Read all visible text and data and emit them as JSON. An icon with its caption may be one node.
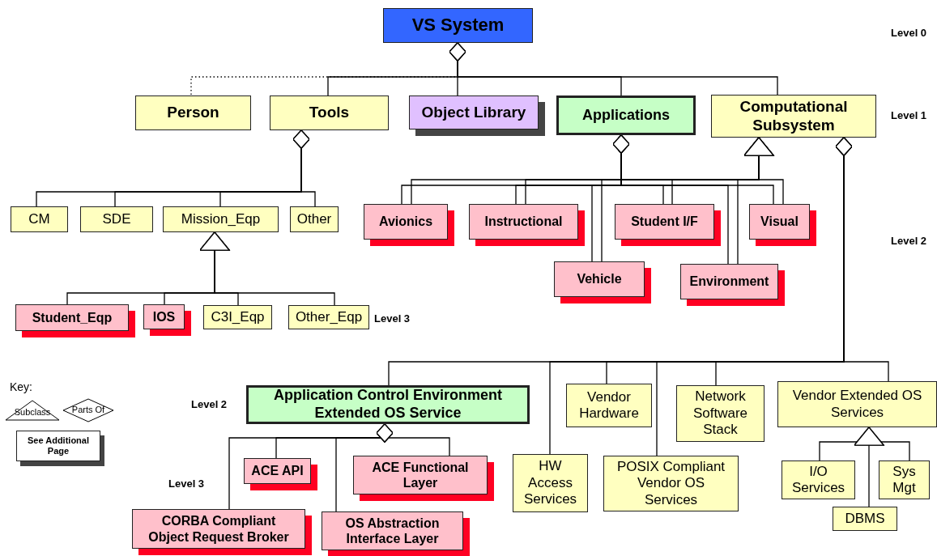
{
  "diagram": {
    "nodes": [
      {
        "text": [
          "VS System"
        ]
      },
      {
        "text": [
          "Person"
        ]
      },
      {
        "text": [
          "Tools"
        ]
      },
      {
        "text": [
          "Object Library"
        ]
      },
      {
        "text": [
          "Applications"
        ]
      },
      {
        "text": [
          "Computational Subsystem"
        ]
      },
      {
        "text": [
          "CM"
        ]
      },
      {
        "text": [
          "SDE"
        ]
      },
      {
        "text": [
          "Mission_Eqp"
        ]
      },
      {
        "text": [
          "Other"
        ]
      },
      {
        "text": [
          "Student_Eqp"
        ]
      },
      {
        "text": [
          "IOS"
        ]
      },
      {
        "text": [
          "C3I_Eqp"
        ]
      },
      {
        "text": [
          "Other_Eqp"
        ]
      },
      {
        "text": [
          "Avionics"
        ]
      },
      {
        "text": [
          "Instructional"
        ]
      },
      {
        "text": [
          "Vehicle"
        ]
      },
      {
        "text": [
          "Student I/F"
        ]
      },
      {
        "text": [
          "Environment"
        ]
      },
      {
        "text": [
          "Visual"
        ]
      },
      {
        "text": [
          "Application Control Environment Extended OS Service"
        ]
      },
      {
        "text": [
          "ACE API"
        ]
      },
      {
        "text": [
          "ACE Functional Layer"
        ]
      },
      {
        "text": [
          "CORBA Compliant Object Request Broker"
        ]
      },
      {
        "text": [
          "OS Abstraction Interface Layer"
        ]
      },
      {
        "text": [
          "HW Access Services"
        ]
      },
      {
        "text": [
          "Vendor Hardware"
        ]
      },
      {
        "text": [
          "POSIX Compliant Vendor OS Services"
        ]
      },
      {
        "text": [
          "Network Software Stack"
        ]
      },
      {
        "text": [
          "Vendor Extended OS Services"
        ]
      },
      {
        "text": [
          "I/O Services"
        ]
      },
      {
        "text": [
          "Sys Mgt"
        ]
      },
      {
        "text": [
          "DBMS"
        ]
      }
    ],
    "edges": [
      {
        "from": 0,
        "to": 1,
        "arrow": "other",
        "style": "dashed"
      },
      {
        "from": 0,
        "to": 2,
        "arrow": "other"
      },
      {
        "from": 0,
        "to": 3,
        "arrow": "other"
      },
      {
        "from": 0,
        "to": 4,
        "arrow": "other"
      },
      {
        "from": 0,
        "to": 5,
        "arrow": "other"
      },
      {
        "from": 2,
        "to": 6,
        "arrow": "other"
      },
      {
        "from": 2,
        "to": 7,
        "arrow": "other"
      },
      {
        "from": 2,
        "to": 8,
        "arrow": "other"
      },
      {
        "from": 2,
        "to": 9,
        "arrow": "other"
      },
      {
        "from": 10,
        "to": 8,
        "arrow": "to"
      },
      {
        "from": 11,
        "to": 8,
        "arrow": "to"
      },
      {
        "from": 12,
        "to": 8,
        "arrow": "to"
      },
      {
        "from": 13,
        "to": 8,
        "arrow": "to"
      },
      {
        "from": 4,
        "to": 14,
        "arrow": "other"
      },
      {
        "from": 4,
        "to": 15,
        "arrow": "other"
      },
      {
        "from": 4,
        "to": 16,
        "arrow": "other"
      },
      {
        "from": 4,
        "to": 17,
        "arrow": "other"
      },
      {
        "from": 4,
        "to": 18,
        "arrow": "other"
      },
      {
        "from": 4,
        "to": 19,
        "arrow": "other"
      },
      {
        "from": 14,
        "to": 5,
        "arrow": "to"
      },
      {
        "from": 15,
        "to": 5,
        "arrow": "to"
      },
      {
        "from": 16,
        "to": 5,
        "arrow": "to"
      },
      {
        "from": 17,
        "to": 5,
        "arrow": "to"
      },
      {
        "from": 18,
        "to": 5,
        "arrow": "to"
      },
      {
        "from": 19,
        "to": 5,
        "arrow": "to"
      },
      {
        "from": 5,
        "to": 20,
        "arrow": "other"
      },
      {
        "from": 5,
        "to": 25,
        "arrow": "other"
      },
      {
        "from": 5,
        "to": 26,
        "arrow": "other"
      },
      {
        "from": 5,
        "to": 27,
        "arrow": "other"
      },
      {
        "from": 5,
        "to": 28,
        "arrow": "other"
      },
      {
        "from": 5,
        "to": 29,
        "arrow": "other"
      },
      {
        "from": 20,
        "to": 23,
        "arrow": "other"
      },
      {
        "from": 20,
        "to": 21,
        "arrow": "other"
      },
      {
        "from": 20,
        "to": 24,
        "arrow": "other"
      },
      {
        "from": 20,
        "to": 22,
        "arrow": "other"
      },
      {
        "from": 30,
        "to": 29,
        "arrow": "to"
      },
      {
        "from": 32,
        "to": 29,
        "arrow": "to"
      },
      {
        "from": 31,
        "to": 29,
        "arrow": "to"
      }
    ],
    "labels": [
      "Level 0",
      "Level 1",
      "Level 2",
      "Level 3",
      "Key:",
      "Level 2",
      "Level 3"
    ],
    "legend": [
      {
        "text": "Subclass"
      },
      {
        "text": "Parts Of"
      },
      {
        "text": "See Additional Page"
      }
    ]
  }
}
